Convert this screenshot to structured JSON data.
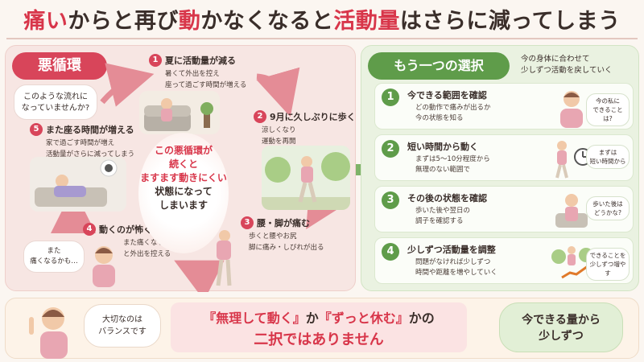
{
  "title": {
    "part1": "痛い",
    "part2": "からと再び",
    "part3": "動",
    "part4": "かなくなると",
    "part5": "活動量",
    "part6": "はさらに減ってしまう"
  },
  "vicious": {
    "badge": "悪循環",
    "bubble_line1": "このような流れに",
    "bubble_line2": "なっていませんか?",
    "center_line1": "この悪循環が",
    "center_line2": "続くと",
    "center_line3": "ますます動きにくい",
    "center_line4": "状態になって",
    "center_line5": "しまいます",
    "steps": [
      {
        "num": "1",
        "title": "夏に活動量が減る",
        "desc1": "暑くて外出を控え",
        "desc2": "座って過ごす時間が増える"
      },
      {
        "num": "2",
        "title": "9月に久しぶりに歩く",
        "desc1": "涼しくなり",
        "desc2": "運動を再開"
      },
      {
        "num": "3",
        "title": "腰・脚が痛む",
        "desc1": "歩くと腰やお尻",
        "desc2": "脚に痛み・しびれが出る"
      },
      {
        "num": "4",
        "title": "動くのが怖くなる",
        "desc1": "また痛くなるのでは…",
        "desc2": "と外出を控える"
      },
      {
        "num": "5",
        "title": "また座る時間が増える",
        "desc1": "家で過ごす時間が増え",
        "desc2": "活動量がさらに減ってしまう"
      }
    ],
    "worry_line1": "また",
    "worry_line2": "痛くなるかも…"
  },
  "choice": {
    "badge": "もう一つの選択",
    "sub_line1": "今の身体に合わせて",
    "sub_line2": "少しずつ活動を戻していく",
    "cards": [
      {
        "num": "1",
        "title": "今できる範囲を確認",
        "desc1": "どの動作で痛みが出るか",
        "desc2": "今の状態を知る",
        "note1": "今の私に",
        "note2": "できることは?"
      },
      {
        "num": "2",
        "title": "短い時間から動く",
        "desc1": "まずは5〜10分程度から",
        "desc2": "無理のない範囲で",
        "note1": "まずは",
        "note2": "短い時間から"
      },
      {
        "num": "3",
        "title": "その後の状態を確認",
        "desc1": "歩いた後や翌日の",
        "desc2": "調子を確認する",
        "note1": "歩いた後は",
        "note2": "どうかな?"
      },
      {
        "num": "4",
        "title": "少しずつ活動量を調整",
        "desc1": "問題がなければ少しずつ",
        "desc2": "時間や距離を増やしていく",
        "note1": "できることを",
        "note2": "少しずつ増やす"
      }
    ]
  },
  "bottom": {
    "balance_line1": "大切なのは",
    "balance_line2": "バランスです",
    "msg_a": "『無理して動く』",
    "msg_b": "か",
    "msg_c": "『ずっと休む』",
    "msg_d": "かの",
    "msg_line2": "二択ではありません",
    "small_line1": "今できる量から",
    "small_line2": "少しずつ"
  },
  "colors": {
    "red": "#d8364a",
    "green": "#5f9c4a"
  }
}
